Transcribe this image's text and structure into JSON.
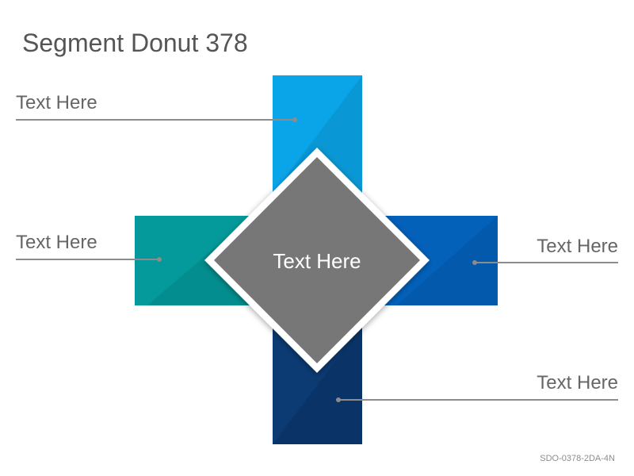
{
  "title": "Segment Donut 378",
  "center_label": "Text Here",
  "callouts": {
    "top": "Text Here",
    "left": "Text Here",
    "right": "Text Here",
    "bottom": "Text Here"
  },
  "footer_code": "SDO-0378-2DA-4N",
  "colors": {
    "top": "#0aa5e8",
    "left": "#04999b",
    "right": "#0461ba",
    "bottom": "#0c3a73",
    "center": "#777777",
    "leader": "#8c8c8c"
  }
}
